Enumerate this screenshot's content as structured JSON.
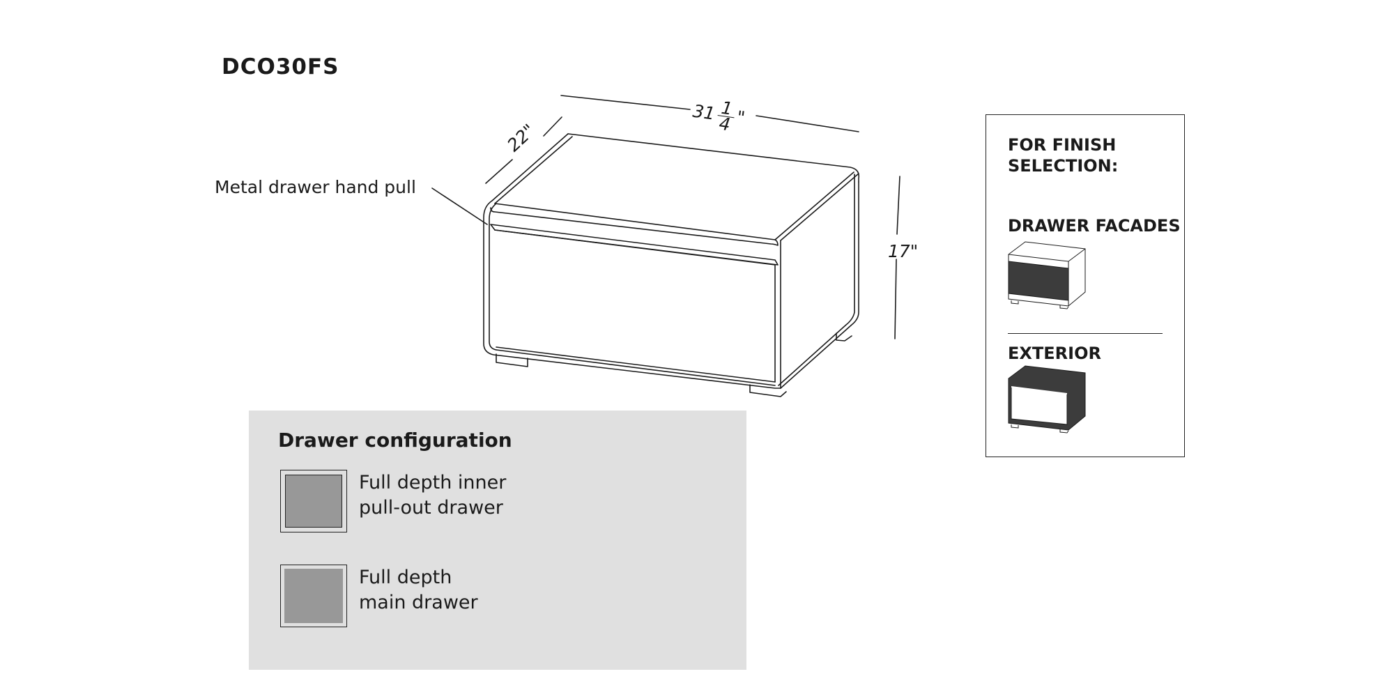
{
  "product": {
    "model": "DCO30FS",
    "callout_hand_pull": "Metal drawer hand pull"
  },
  "dimensions": {
    "width_whole": "31",
    "width_frac_num": "1",
    "width_frac_den": "4",
    "width_unit": "\"",
    "depth": "22\"",
    "height": "17\""
  },
  "drawer_configuration": {
    "title": "Drawer configuration",
    "items": [
      {
        "line1": "Full depth inner",
        "line2": "pull-out drawer"
      },
      {
        "line1": "Full depth",
        "line2": "main drawer"
      }
    ]
  },
  "finish_selection": {
    "heading_line1": "FOR FINISH",
    "heading_line2": "SELECTION:",
    "drawer_facades_label": "DRAWER FACADES",
    "exterior_label": "EXTERIOR"
  },
  "colors": {
    "swatch_fill": "#989898",
    "panel_bg": "#e0e0e0",
    "dark_finish": "#3c3c3c"
  }
}
